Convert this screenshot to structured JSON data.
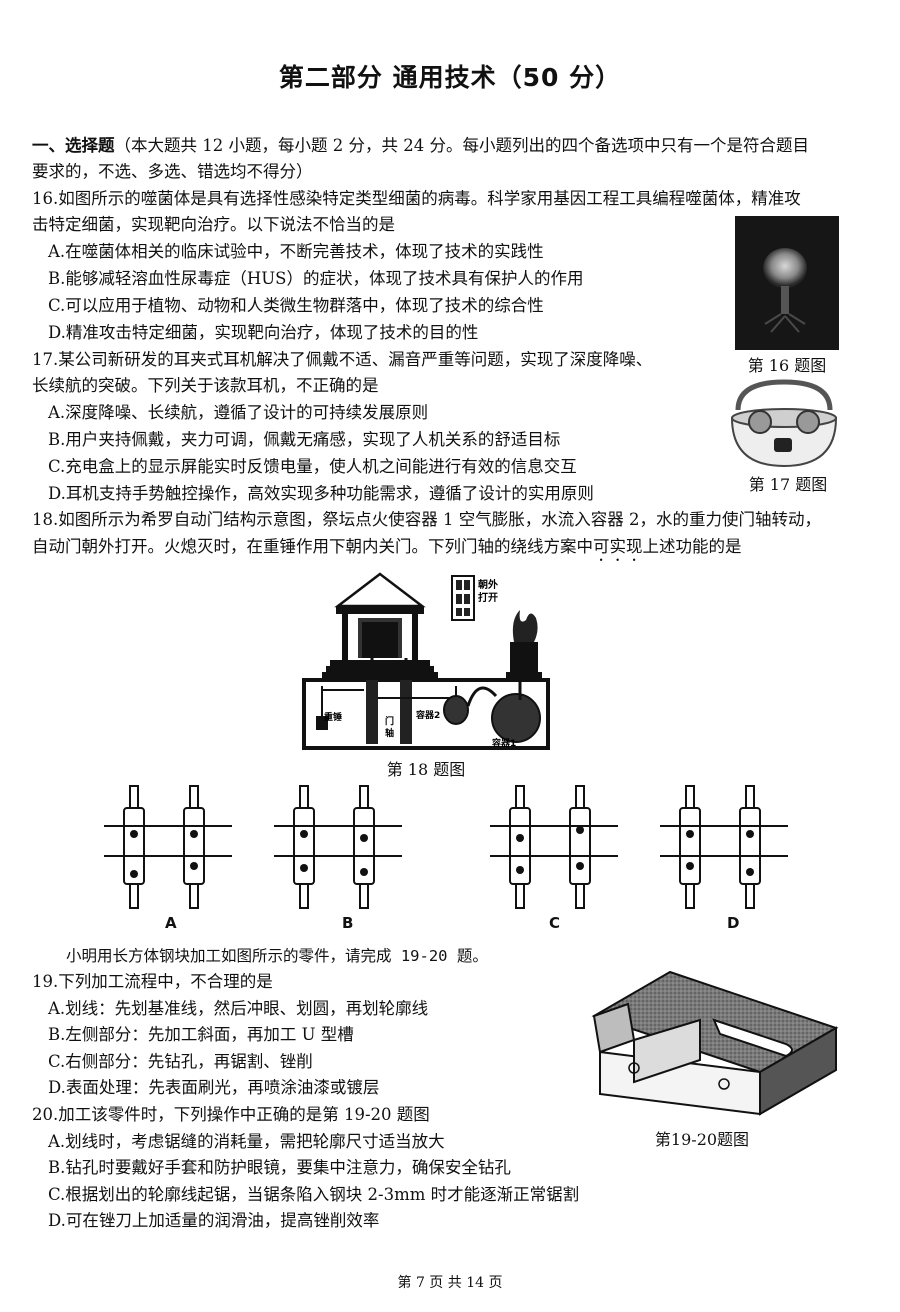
{
  "header": {
    "title": "第二部分 通用技术（50 分）"
  },
  "section": {
    "label": "一、选择题",
    "intro_line1": "（本大题共 12 小题，每小题 2 分，共 24 分。每小题列出的四个备选项中只有一个是符合题目",
    "intro_line2": "要求的，不选、多选、错选均不得分）"
  },
  "q16": {
    "line1": "16.如图所示的噬菌体是具有选择性感染特定类型细菌的病毒。科学家用基因工程工具编程噬菌体，精准攻",
    "line2": "击特定细菌，实现靶向治疗。以下说法不恰当的是",
    "options": [
      "A.在噬菌体相关的临床试验中，不断完善技术，体现了技术的实践性",
      "B.能够减轻溶血性尿毒症（HUS）的症状，体现了技术具有保护人的作用",
      "C.可以应用于植物、动物和人类微生物群落中，体现了技术的综合性",
      "D.精准攻击特定细菌，实现靶向治疗，体现了技术的目的性"
    ],
    "caption": "第 16 题图"
  },
  "q17": {
    "line1": "17.某公司新研发的耳夹式耳机解决了佩戴不适、漏音严重等问题，实现了深度降噪、",
    "line2": "长续航的突破。下列关于该款耳机，不正确的是",
    "options": [
      "A.深度降噪、长续航，遵循了设计的可持续发展原则",
      "B.用户夹持佩戴，夹力可调，佩戴无痛感，实现了人机关系的舒适目标",
      "C.充电盒上的显示屏能实时反馈电量，使人机之间能进行有效的信息交互",
      "D.耳机支持手势触控操作，高效实现多种功能需求，遵循了设计的实用原则"
    ],
    "caption": "第 17 题图"
  },
  "q18": {
    "line1": "18.如图所示为希罗自动门结构示意图，祭坛点火使容器 1 空气膨胀，水流入容器 2，水的重力使门轴转动，",
    "line2_a": "自动门朝外打开。火熄灭时，在重锤作用下朝内关门。下列门轴的绕线方案中",
    "line2_b": "可实现",
    "line2_c": "上述功能的是",
    "figure_labels": {
      "zhongchui": "重锤",
      "menzhou1": "门",
      "menzhou2": "轴",
      "rongqi2": "容器2",
      "rongqi1": "容器1",
      "out1": "朝外",
      "out2": "打开"
    },
    "caption": "第 18 题图",
    "option_labels": [
      "A",
      "B",
      "C",
      "D"
    ]
  },
  "group": {
    "intro": "小明用长方体钢块加工如图所示的零件，请完成 19-20 题。"
  },
  "q19": {
    "stem": "19.下列加工流程中，不合理的是",
    "options": [
      "A.划线：先划基准线，然后冲眼、划圆，再划轮廓线",
      "B.左侧部分：先加工斜面，再加工 U 型槽",
      "C.右侧部分：先钻孔，再锯割、锉削",
      "D.表面处理：先表面刷光，再喷涂油漆或镀层"
    ]
  },
  "q20": {
    "stem": "20.加工该零件时，下列操作中正确的是第 19-20 题图",
    "options": [
      "A.划线时，考虑锯缝的消耗量，需把轮廓尺寸适当放大",
      "B.钻孔时要戴好手套和防护眼镜，要集中注意力，确保安全钻孔",
      "C.根据划出的轮廓线起锯，当锯条陷入钢块 2-3mm 时才能逐渐正常锯割",
      "D.可在锉刀上加适量的润滑油，提高锉削效率"
    ],
    "caption": "第19-20题图"
  },
  "footer": {
    "page": "第 7 页 共 14 页"
  }
}
